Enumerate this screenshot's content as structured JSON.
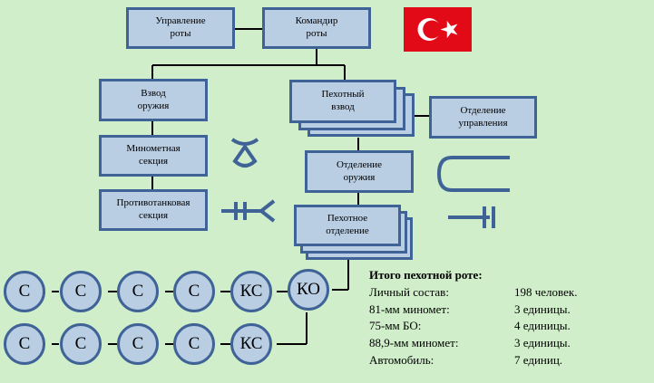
{
  "boxes": {
    "company_hq": "Управление\nроты",
    "company_commander": "Командир\nроты",
    "weapons_platoon": "Взвод\nоружия",
    "infantry_platoon": "Пехотный\nвзвод",
    "hq_section": "Отделение\nуправления",
    "mortar_section": "Минометная\nсекция",
    "weapons_squad": "Отделение\nоружия",
    "antitank_section": "Противотанковая\nсекция",
    "infantry_squad": "Пехотное\nотделение"
  },
  "circles": {
    "row1": [
      "С",
      "С",
      "С",
      "С",
      "КС",
      "КО"
    ],
    "row2": [
      "С",
      "С",
      "С",
      "С",
      "КС"
    ]
  },
  "summary": {
    "title": "Итого пехотной роте:",
    "rows": [
      {
        "label": "Личный состав:",
        "value": "198 человек."
      },
      {
        "label": "81-мм миномет:",
        "value": "3 единицы."
      },
      {
        "label": "75-мм БО:",
        "value": "4 единицы."
      },
      {
        "label": "88,9-мм миномет:",
        "value": "3 единицы."
      },
      {
        "label": "Автомобиль:",
        "value": "7 единиц."
      }
    ]
  },
  "colors": {
    "background": "#cfeec9",
    "box_fill": "#b9cde3",
    "box_border": "#3f6396",
    "flag_red": "#e30a17",
    "flag_white": "#ffffff"
  },
  "icons": [
    "turkey-flag-icon",
    "mortar-symbol-icon",
    "antitank-weapon-symbol-icon",
    "vehicle-symbol-icon",
    "recoilless-gun-symbol-icon"
  ]
}
